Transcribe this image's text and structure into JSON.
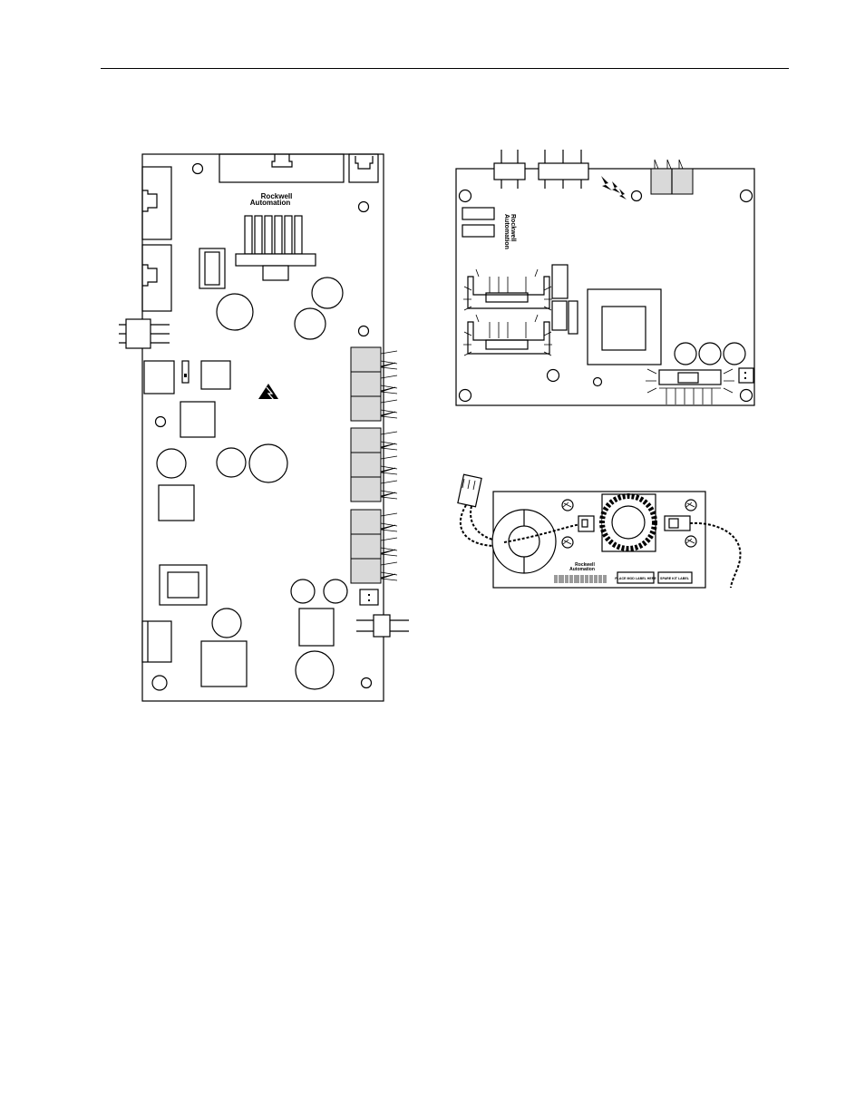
{
  "boards": {
    "control": {
      "logo_line1": "Rockwell",
      "logo_line2": "Automation"
    },
    "power": {
      "logo_line1": "Rockwell",
      "logo_line2": "Automation"
    },
    "filter": {
      "logo_line1": "Rockwell",
      "logo_line2": "Automation",
      "label_left": "PLACE MOD LABEL HERE",
      "label_right": "SPARE KIT LABEL"
    }
  },
  "icons": {
    "esd": "esd-warning-icon",
    "shock": "shock-warning-icon"
  }
}
